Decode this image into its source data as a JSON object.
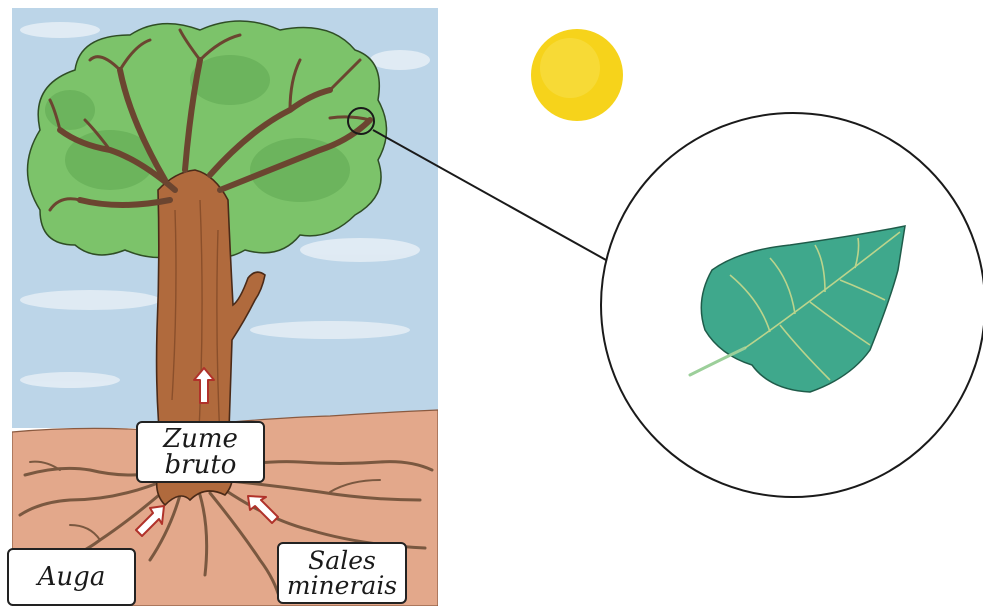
{
  "labels": {
    "zume": {
      "line1": "Zume",
      "line2": "bruto"
    },
    "auga": {
      "line1": "Auga"
    },
    "sales": {
      "line1": "Sales",
      "line2": "minerais"
    }
  },
  "colors": {
    "sky": "#b9d3e6",
    "soil": "#e2a688",
    "trunk": "#a8653c",
    "foliage": "#7cc36a",
    "sun": "#f5d21a",
    "leaf": "#3fa88c",
    "arrow_fill": "#ffffff",
    "arrow_stroke": "#b0322a"
  },
  "icons": [
    "sun-icon",
    "leaf-icon",
    "magnifier-circle",
    "flow-arrow-icon"
  ]
}
